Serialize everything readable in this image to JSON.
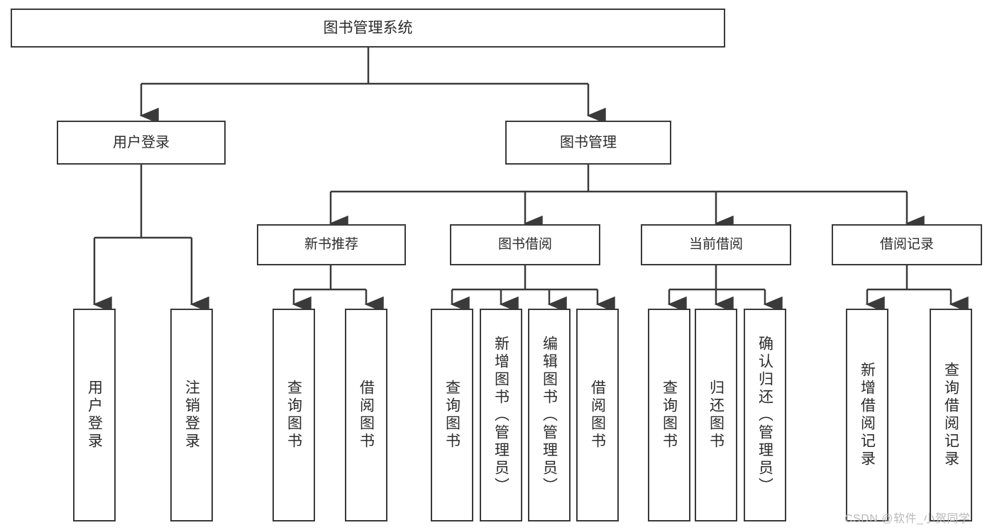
{
  "diagram": {
    "title": "图书管理系统",
    "root": {
      "label": "图书管理系统"
    },
    "level2": [
      {
        "label": "用户登录"
      },
      {
        "label": "图书管理"
      }
    ],
    "level3": [
      {
        "label": "新书推荐"
      },
      {
        "label": "图书借阅"
      },
      {
        "label": "当前借阅"
      },
      {
        "label": "借阅记录"
      }
    ],
    "leaves": {
      "user_login": [
        {
          "label": "用户登录"
        },
        {
          "label": "注销登录"
        }
      ],
      "new_book_recommend": [
        {
          "label": "查询图书"
        },
        {
          "label": "借阅图书"
        }
      ],
      "book_borrow": [
        {
          "label": "查询图书"
        },
        {
          "label": "新增图书（管理员）"
        },
        {
          "label": "编辑图书（管理员）"
        },
        {
          "label": "借阅图书"
        }
      ],
      "current_borrow": [
        {
          "label": "查询图书"
        },
        {
          "label": "归还图书"
        },
        {
          "label": "确认归还（管理员）"
        }
      ],
      "borrow_record": [
        {
          "label": "新增借阅记录"
        },
        {
          "label": "查询借阅记录"
        }
      ]
    }
  },
  "watermark": {
    "text": "CSDN @软件_小贺同学"
  },
  "colors": {
    "border": "#3a3a3a",
    "text": "#2b2b2b",
    "background": "#ffffff",
    "connector": "#3a3a3a",
    "watermark": "#b9b9b9"
  }
}
